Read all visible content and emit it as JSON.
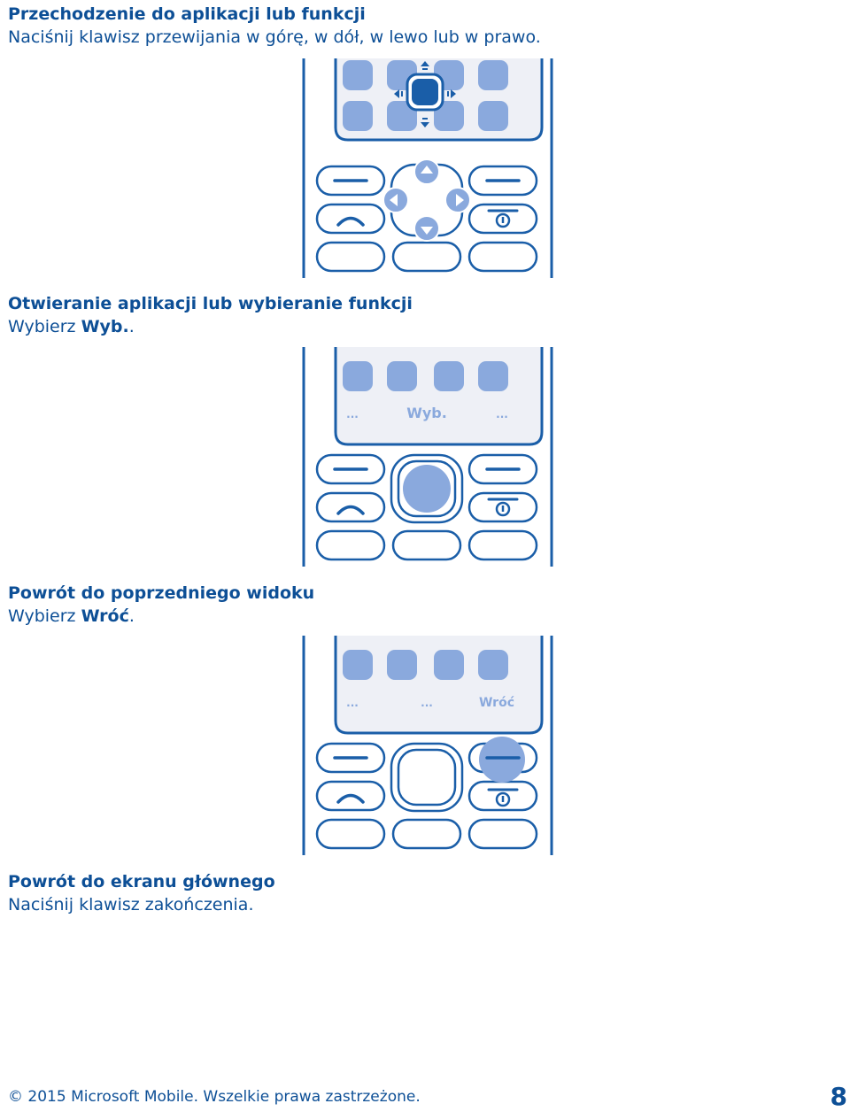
{
  "sections": [
    {
      "title": "Przechodzenie do aplikacji lub funkcji",
      "text": "Naciśnij klawisz przewijania w górę, w dół, w lewo lub w prawo."
    },
    {
      "title": "Otwieranie aplikacji lub wybieranie funkcji",
      "text_prefix": "Wybierz ",
      "text_bold": "Wyb.",
      "text_suffix": "."
    },
    {
      "title": "Powrót do poprzedniego widoku",
      "text_prefix": "Wybierz ",
      "text_bold": "Wróć",
      "text_suffix": "."
    },
    {
      "title": "Powrót do ekranu głównego",
      "text": "Naciśnij klawisz zakończenia."
    }
  ],
  "phones": {
    "phone2": {
      "left_label": "...",
      "center_label": "Wyb.",
      "right_label": "..."
    },
    "phone3": {
      "left_label": "...",
      "center_label": "...",
      "right_label": "Wróć"
    }
  },
  "footer": {
    "copyright": "© 2015 Microsoft Mobile. Wszelkie prawa zastrzeżone.",
    "page_number": "8"
  },
  "colors": {
    "text": "#0d4f96",
    "phone_outline": "#1a5ea8",
    "icon_fill": "#8aa9dd",
    "screen": "#eef0f6"
  },
  "icons": {
    "nav_arrows": "arrow-icon",
    "call_key": "call-icon",
    "end_key": "power-icon"
  }
}
